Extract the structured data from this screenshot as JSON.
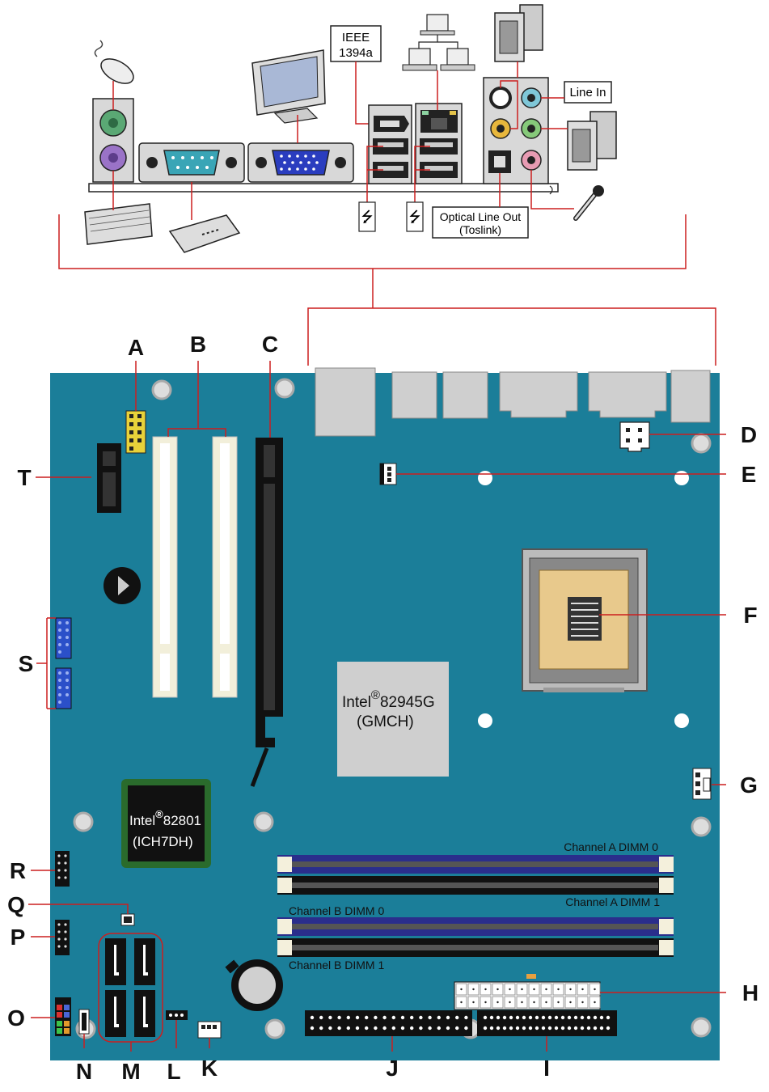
{
  "io_labels": {
    "ieee_line1": "IEEE",
    "ieee_line2": "1394a",
    "line_in": "Line In",
    "optical_line1": "Optical Line Out",
    "optical_line2": "(Toslink)",
    "usb_symbol": "⭍"
  },
  "chips": {
    "gmch_line1": "Intel",
    "gmch_reg": "®",
    "gmch_model": "82945G",
    "gmch_line2": "(GMCH)",
    "ich_line1": "Intel",
    "ich_reg": "®",
    "ich_model": "82801",
    "ich_line2": "(ICH7DH)"
  },
  "dimms": {
    "a0": "Channel A DIMM 0",
    "a1": "Channel A DIMM 1",
    "b0": "Channel B DIMM 0",
    "b1": "Channel B DIMM 1"
  },
  "callouts": {
    "A": "A",
    "B": "B",
    "C": "C",
    "D": "D",
    "E": "E",
    "F": "F",
    "G": "G",
    "H": "H",
    "I": "I",
    "J": "J",
    "K": "K",
    "L": "L",
    "M": "M",
    "N": "N",
    "O": "O",
    "P": "P",
    "Q": "Q",
    "R": "R",
    "S": "S",
    "T": "T"
  },
  "colors": {
    "board": "#1b7e99",
    "leader": "#cc1f1f",
    "ps2_mouse": "#5aa874",
    "ps2_keyboard": "#9a73c7",
    "serial": "#3aa5b6",
    "vga": "#2a3dbf",
    "audio_line_in": "#7fc7d8",
    "audio_front": "#86c97a",
    "audio_mic": "#e79bb3",
    "audio_center": "#e8b73c"
  }
}
